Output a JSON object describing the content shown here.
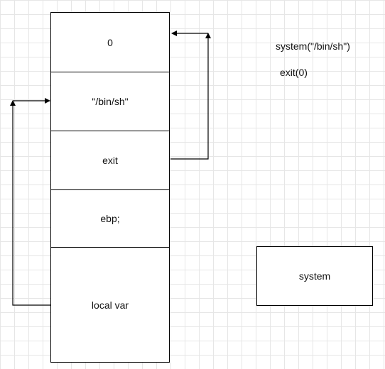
{
  "stack": {
    "cells": [
      "0",
      "\"/bin/sh\"",
      "exit",
      "ebp;",
      "local var"
    ]
  },
  "notes": {
    "line1": "system(\"/bin/sh\")",
    "line2": "exit(0)"
  },
  "box": {
    "label": "system"
  }
}
